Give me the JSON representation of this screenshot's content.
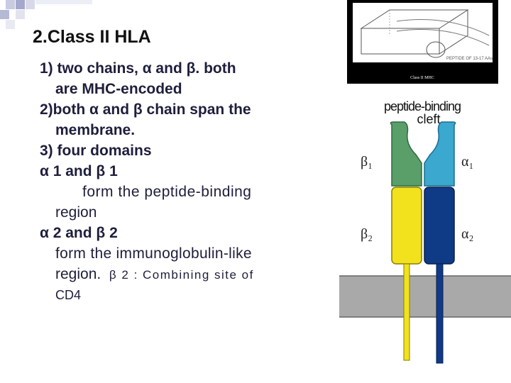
{
  "slide": {
    "title": "2.Class  II HLA",
    "lines": [
      "1) two chains, α and β. both",
      "are MHC-encoded",
      "2)both α and β chain span the",
      "membrane.",
      "3) four domains",
      "α 1 and β 1",
      "form  the  peptide-binding",
      "region",
      "α 2 and β 2",
      "form the  immunoglobulin-like",
      "region.",
      "β 2 : Combining site of",
      "CD4"
    ]
  },
  "inset": {
    "caption": "PEPTIDE OF 13-17 AAs",
    "label": "Class II MHC"
  },
  "diagram": {
    "cleft_label_1": "peptide-binding",
    "cleft_label_2": "cleft",
    "labels": {
      "beta1": "β₁",
      "alpha1": "α₁",
      "beta2": "β₂",
      "alpha2": "α₂"
    },
    "colors": {
      "beta1": "#5a9e6a",
      "alpha1": "#3aa8cf",
      "beta2": "#f2e21e",
      "alpha2": "#0f3a86",
      "membrane": "#a9a9a9"
    }
  }
}
